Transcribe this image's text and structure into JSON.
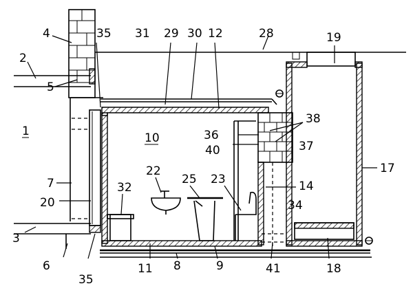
{
  "labels": {
    "l1": "1",
    "l2": "2",
    "l3": "3",
    "l4": "4",
    "l5": "5",
    "l6": "6",
    "l7": "7",
    "l8": "8",
    "l9": "9",
    "l10": "10",
    "l11": "11",
    "l12": "12",
    "l14": "14",
    "l17": "17",
    "l18": "18",
    "l19": "19",
    "l20": "20",
    "l22": "22",
    "l23": "23",
    "l25": "25",
    "l28": "28",
    "l29": "29",
    "l30": "30",
    "l31": "31",
    "l32": "32",
    "l34": "34",
    "l35a": "35",
    "l35b": "35",
    "l36": "36",
    "l37": "37",
    "l38": "38",
    "l40": "40",
    "l41": "41"
  }
}
